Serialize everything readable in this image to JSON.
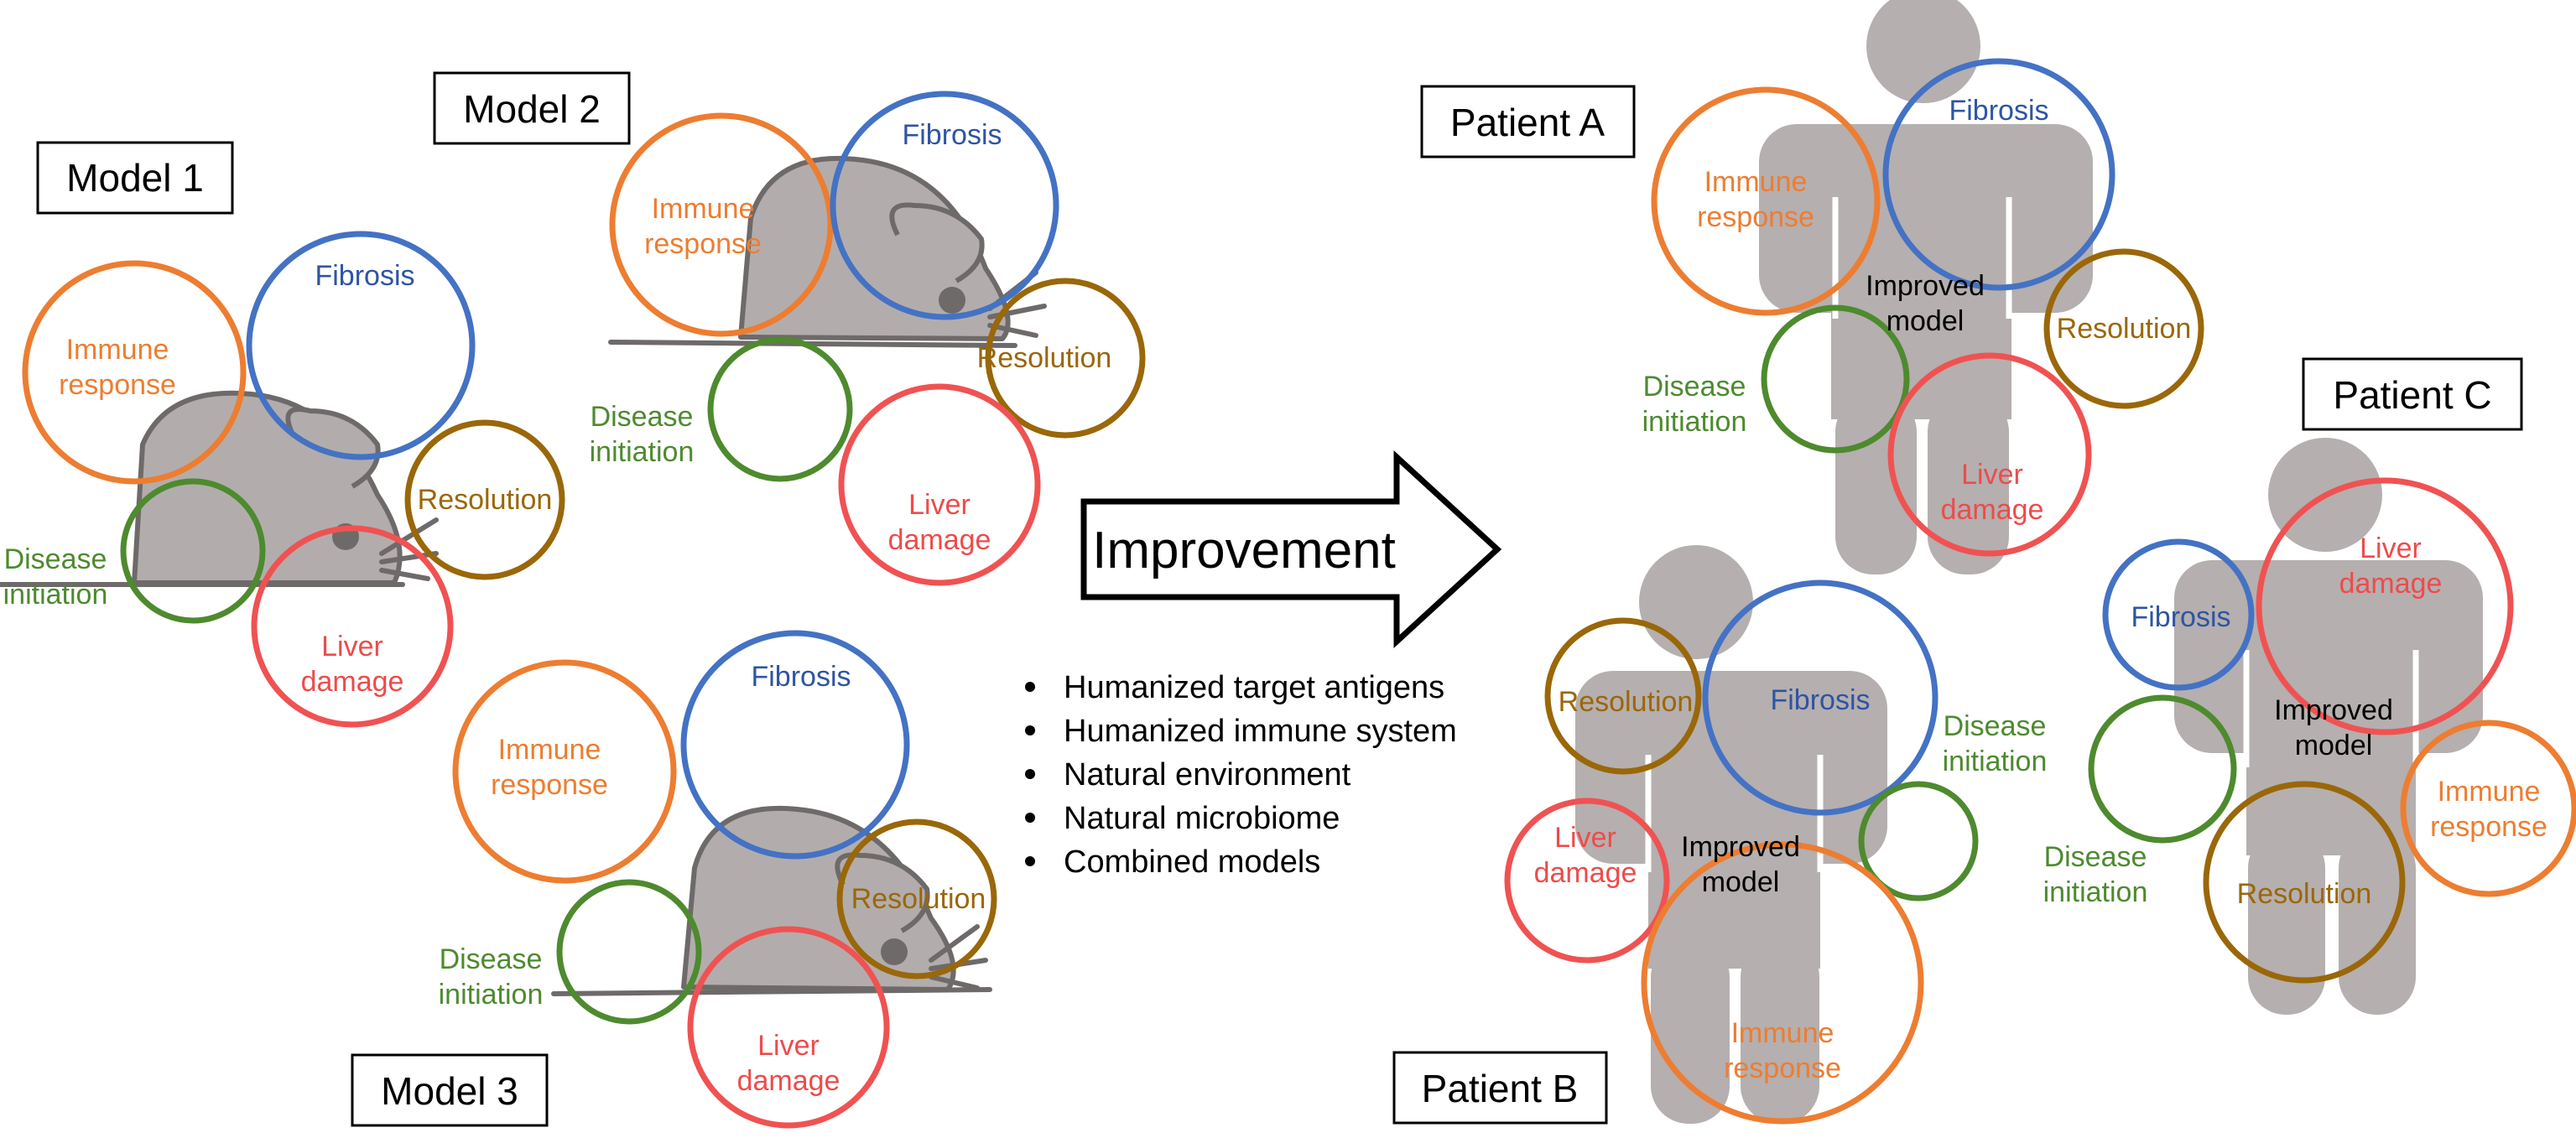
{
  "colors": {
    "immune": "#ed7d31",
    "fibrosis": "#4472c4",
    "disease": "#4e8a2e",
    "liver": "#f05252",
    "resolution": "#9a6709",
    "body": "#b2adac"
  },
  "models": {
    "model1": {
      "title": "Model 1",
      "immune": [
        "Immune",
        "response"
      ],
      "fibrosis": "Fibrosis",
      "resolution": "Resolution",
      "disease": [
        "Disease",
        "initiation"
      ],
      "liver": [
        "Liver",
        "damage"
      ]
    },
    "model2": {
      "title": "Model 2",
      "immune": [
        "Immune",
        "response"
      ],
      "fibrosis": "Fibrosis",
      "resolution": "Resolution",
      "disease": [
        "Disease",
        "initiation"
      ],
      "liver": [
        "Liver",
        "damage"
      ]
    },
    "model3": {
      "title": "Model 3",
      "immune": [
        "Immune",
        "response"
      ],
      "fibrosis": "Fibrosis",
      "resolution": "Resolution",
      "disease": [
        "Disease",
        "initiation"
      ],
      "liver": [
        "Liver",
        "damage"
      ]
    }
  },
  "arrow": {
    "label": "Improvement",
    "bullets": [
      "Humanized target antigens",
      "Humanized immune system",
      "Natural environment",
      "Natural microbiome",
      "Combined models"
    ]
  },
  "patients": {
    "a": {
      "title": "Patient A",
      "improved": [
        "Improved",
        "model"
      ],
      "immune": [
        "Immune",
        "response"
      ],
      "fibrosis": "Fibrosis",
      "resolution": "Resolution",
      "disease": [
        "Disease",
        "initiation"
      ],
      "liver": [
        "Liver",
        "damage"
      ]
    },
    "b": {
      "title": "Patient B",
      "improved": [
        "Improved",
        "model"
      ],
      "immune": [
        "Immune",
        "response"
      ],
      "fibrosis": "Fibrosis",
      "resolution": "Resolution",
      "disease": [
        "Disease",
        "initiation"
      ],
      "liver": [
        "Liver",
        "damage"
      ]
    },
    "c": {
      "title": "Patient C",
      "improved": [
        "Improved",
        "model"
      ],
      "immune": [
        "Immune",
        "response"
      ],
      "fibrosis": "Fibrosis",
      "resolution": "Resolution",
      "disease": [
        "Disease",
        "initiation"
      ],
      "liver": [
        "Liver",
        "damage"
      ]
    }
  }
}
